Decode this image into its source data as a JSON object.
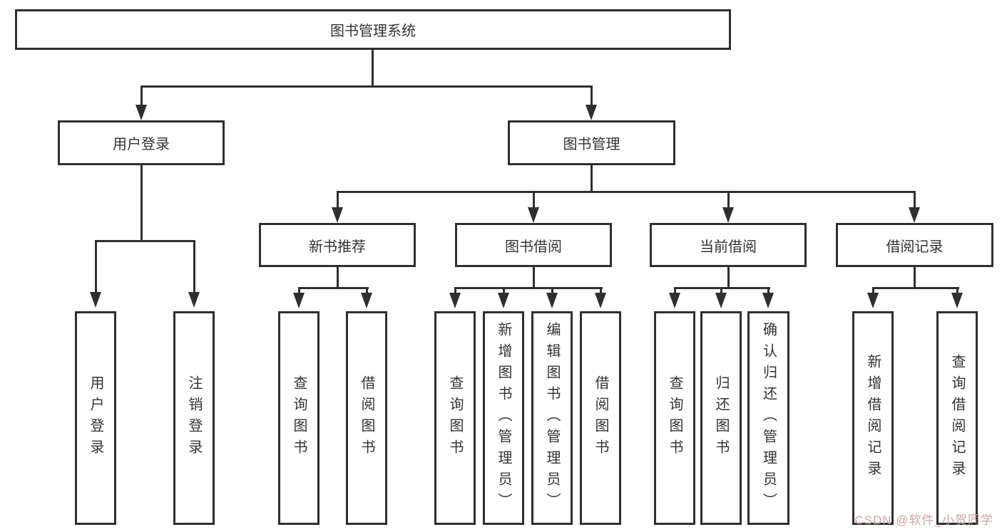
{
  "watermark": "CSDN @软件_小贺同学",
  "tree": {
    "root": "图书管理系统",
    "branches": [
      {
        "label": "用户登录",
        "leaves": [
          "用户登录",
          "注销登录"
        ]
      },
      {
        "label": "图书管理",
        "groups": [
          {
            "label": "新书推荐",
            "leaves": [
              "查询图书",
              "借阅图书"
            ]
          },
          {
            "label": "图书借阅",
            "leaves": [
              "查询图书",
              "新增图书（管理员）",
              "编辑图书（管理员）",
              "借阅图书"
            ]
          },
          {
            "label": "当前借阅",
            "leaves": [
              "查询图书",
              "归还图书",
              "确认归还（管理员）"
            ]
          },
          {
            "label": "借阅记录",
            "leaves": [
              "新增借阅记录",
              "查询借阅记录"
            ]
          }
        ]
      }
    ]
  }
}
